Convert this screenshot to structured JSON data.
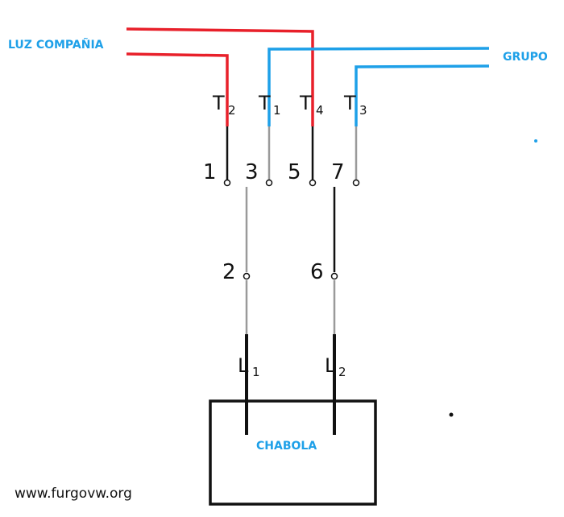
{
  "labels": {
    "supply_company": "LUZ COMPAÑIA",
    "supply_generator": "GRUPO",
    "load": "CHABOLA",
    "watermark": "www.furgovw.org"
  },
  "terminals": [
    {
      "main": "T",
      "sub": "2"
    },
    {
      "main": "T",
      "sub": "1"
    },
    {
      "main": "T",
      "sub": "4"
    },
    {
      "main": "T",
      "sub": "3"
    }
  ],
  "contacts_top": [
    "1",
    "3",
    "5",
    "7"
  ],
  "contacts_bottom": [
    "2",
    "6"
  ],
  "outputs": [
    {
      "main": "L",
      "sub": "1"
    },
    {
      "main": "L",
      "sub": "2"
    }
  ],
  "colors": {
    "company_wire": "#e8202a",
    "generator_wire": "#1ea0e8",
    "neutral_wire": "#9a9a9a",
    "ink": "#111111"
  }
}
